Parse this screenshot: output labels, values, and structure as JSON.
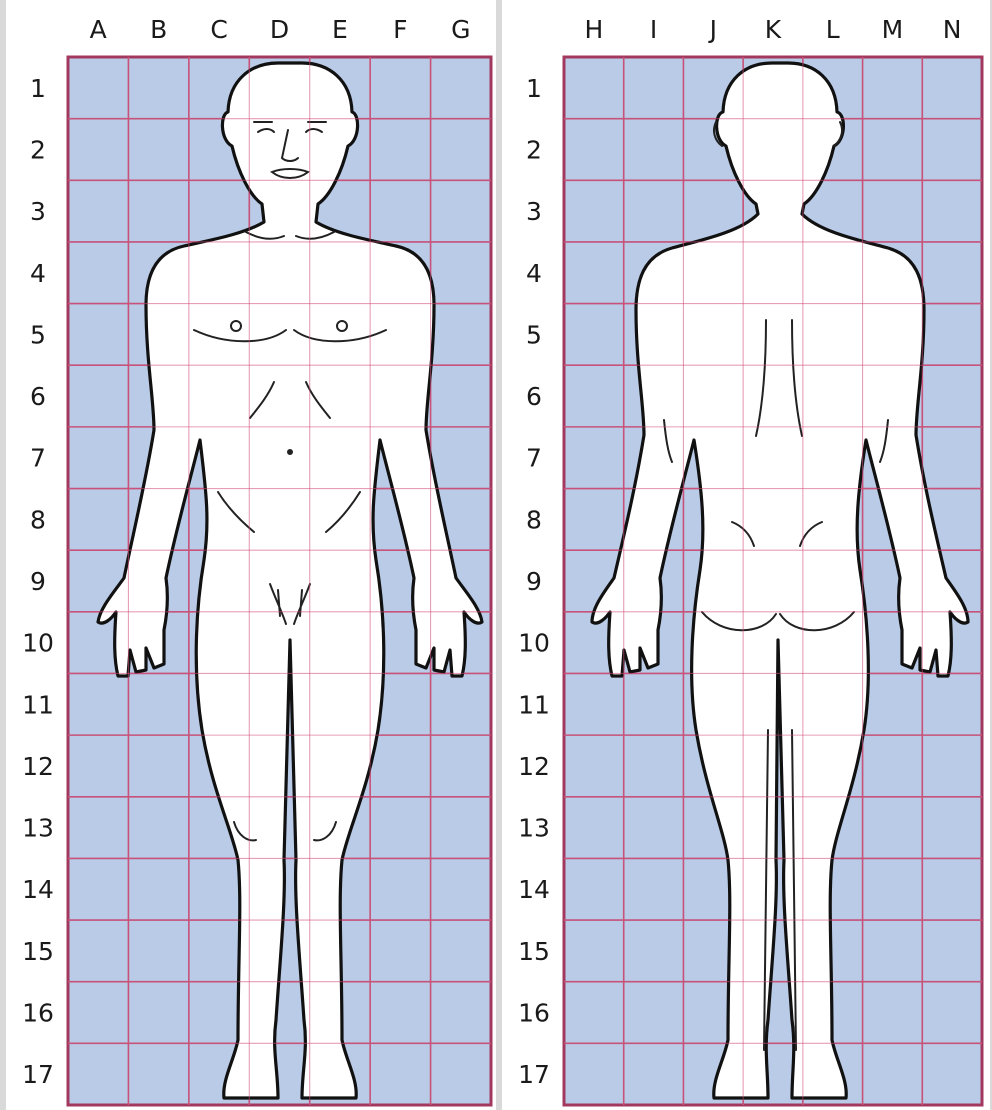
{
  "front": {
    "columns": [
      "A",
      "B",
      "C",
      "D",
      "E",
      "F",
      "G"
    ],
    "rows": [
      "1",
      "2",
      "3",
      "4",
      "5",
      "6",
      "7",
      "8",
      "9",
      "10",
      "11",
      "12",
      "13",
      "14",
      "15",
      "16",
      "17"
    ]
  },
  "back": {
    "columns": [
      "H",
      "I",
      "J",
      "K",
      "L",
      "M",
      "N"
    ],
    "rows": [
      "1",
      "2",
      "3",
      "4",
      "5",
      "6",
      "7",
      "8",
      "9",
      "10",
      "11",
      "12",
      "13",
      "14",
      "15",
      "16",
      "17"
    ]
  },
  "colors": {
    "grid_fill": "#b9cbe6",
    "grid_line": "#c0557a",
    "frame": "#a3385f"
  }
}
